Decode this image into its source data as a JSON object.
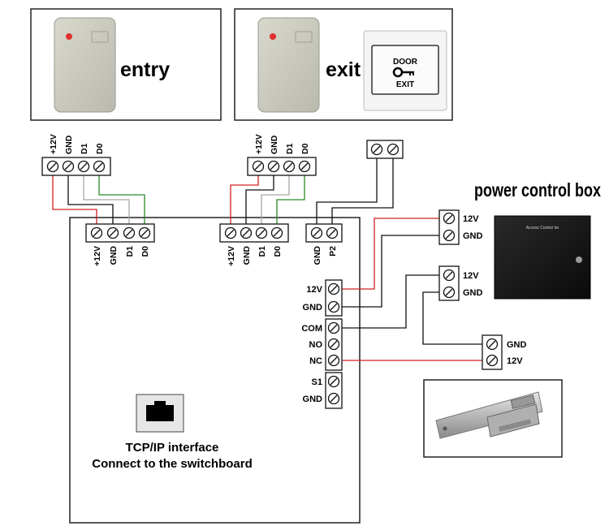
{
  "reader_entry": {
    "label": "entry"
  },
  "reader_exit": {
    "label": "exit"
  },
  "exit_button": {
    "line1": "DOOR",
    "line2": "EXIT"
  },
  "power_box": {
    "title": "power control box",
    "plate": "Access Control bo"
  },
  "reader_terminals": {
    "pins": [
      "+12V",
      "GND",
      "D1",
      "D0"
    ]
  },
  "controller_pins": {
    "reader1": [
      "+12V",
      "GND",
      "D1",
      "D0"
    ],
    "reader2": [
      "+12V",
      "GND",
      "D1",
      "D0"
    ],
    "button": [
      "GND",
      "P2"
    ],
    "power": [
      "12V",
      "GND"
    ],
    "relay": [
      "COM",
      "NO",
      "NC"
    ],
    "sensor": [
      "S1",
      "GND"
    ]
  },
  "psu_out_a": [
    "12V",
    "GND"
  ],
  "psu_out_b": [
    "12V",
    "GND"
  ],
  "lock_terminals": [
    "GND",
    "12V"
  ],
  "network": {
    "line1": "TCP/IP interface",
    "line2": "Connect to the switchboard"
  },
  "colors": {
    "red": "#d32020",
    "green": "#2a8a2a",
    "gray": "#a8a8a8",
    "black": "#111111"
  }
}
